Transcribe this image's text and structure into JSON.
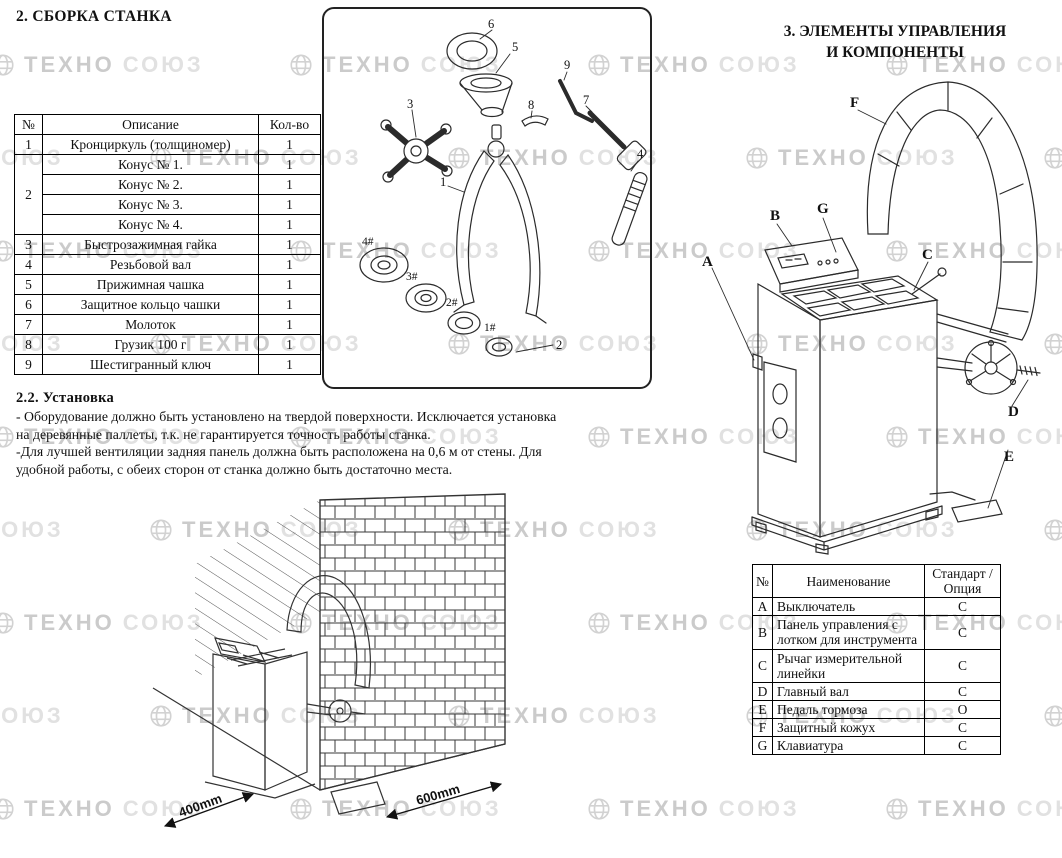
{
  "watermark": {
    "part1": "ТЕХНО",
    "part2": "СОЮЗ"
  },
  "section_assembly": {
    "title": "2.  СБОРКА СТАНКА",
    "table": {
      "headers": {
        "num": "№",
        "desc": "Описание",
        "qty": "Кол-во"
      },
      "rows": [
        {
          "num": "1",
          "desc": "Кронциркуль (толщиномер)",
          "qty": "1"
        },
        {
          "num": "2",
          "desc": "Конус № 1.",
          "qty": "1"
        },
        {
          "desc": "Конус № 2.",
          "qty": "1"
        },
        {
          "desc": "Конус № 3.",
          "qty": "1"
        },
        {
          "desc": "Конус № 4.",
          "qty": "1"
        },
        {
          "num": "3",
          "desc": "Быстрозажимная гайка",
          "qty": "1"
        },
        {
          "num": "4",
          "desc": "Резьбовой вал",
          "qty": "1"
        },
        {
          "num": "5",
          "desc": "Прижимная чашка",
          "qty": "1"
        },
        {
          "num": "6",
          "desc": "Защитное кольцо чашки",
          "qty": "1"
        },
        {
          "num": "7",
          "desc": "Молоток",
          "qty": "1"
        },
        {
          "num": "8",
          "desc": "Грузик 100 г",
          "qty": "1"
        },
        {
          "num": "9",
          "desc": "Шестигранный ключ",
          "qty": "1"
        }
      ]
    }
  },
  "exploded": {
    "callouts": [
      "1",
      "2",
      "3",
      "4",
      "5",
      "6",
      "7",
      "8",
      "9"
    ],
    "cones": [
      "1#",
      "2#",
      "3#",
      "4#"
    ]
  },
  "section_install": {
    "title": "2.2. Установка",
    "para1": "- Оборудование должно быть установлено на твердой поверхности. Исключается установка на деревянные паллеты, т.к. не гарантируется точность работы станка.",
    "para2": "-Для лучшей вентиляции задняя панель должна быть расположена на 0,6 м от стены. Для удобной работы, с обеих сторон от станка должно быть достаточно места.",
    "dim_left": "400mm",
    "dim_right": "600mm"
  },
  "section_controls": {
    "title_line1": "3. ЭЛЕМЕНТЫ УПРАВЛЕНИЯ",
    "title_line2": "И КОМПОНЕНТЫ",
    "labels": [
      "A",
      "B",
      "C",
      "D",
      "E",
      "F",
      "G"
    ],
    "table": {
      "headers": {
        "num": "№",
        "name": "Наименование",
        "std": "Стандарт / Опция"
      },
      "rows": [
        {
          "id": "A",
          "name": "Выключатель",
          "value": "С"
        },
        {
          "id": "B",
          "name": "Панель управления с лотком для инструмента",
          "value": "С"
        },
        {
          "id": "C",
          "name": "Рычаг измерительной линейки",
          "value": "С"
        },
        {
          "id": "D",
          "name": "Главный вал",
          "value": "С"
        },
        {
          "id": "E",
          "name": "Педаль тормоза",
          "value": "О"
        },
        {
          "id": "F",
          "name": "Защитный кожух",
          "value": "С"
        },
        {
          "id": "G",
          "name": "Клавиатура",
          "value": "С"
        }
      ]
    }
  }
}
